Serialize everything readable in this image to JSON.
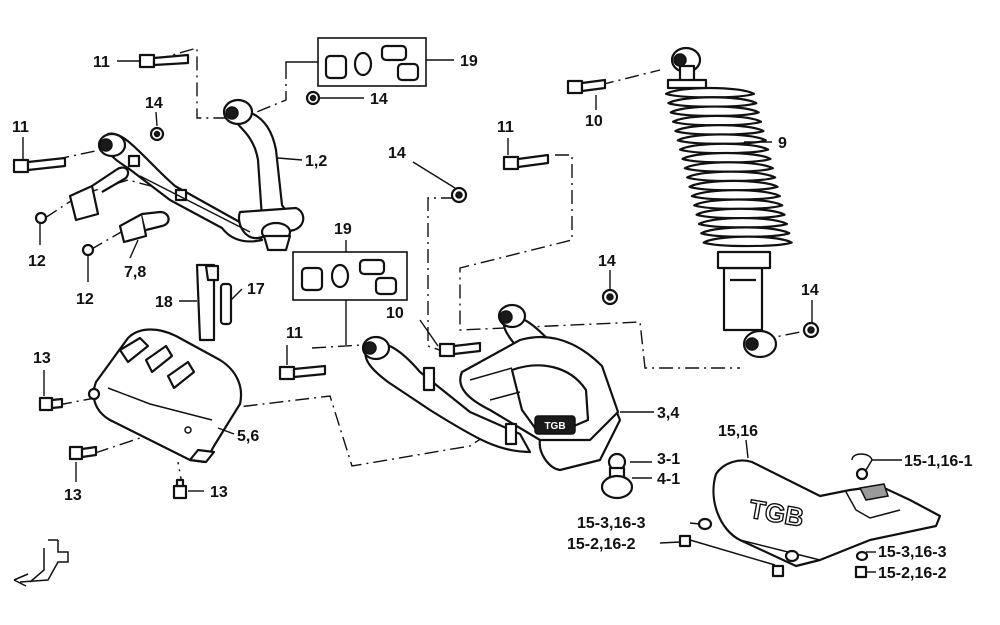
{
  "labels": {
    "l_11a": "11",
    "l_11b": "11",
    "l_11c": "11",
    "l_11d": "11",
    "l_14a": "14",
    "l_14b": "14",
    "l_14c": "14",
    "l_14d": "14",
    "l_14e": "14",
    "l_19a": "19",
    "l_19b": "19",
    "l_12": "1,2",
    "l_12a": "12",
    "l_12b": "12",
    "l_78": "7,8",
    "l_18": "18",
    "l_17": "17",
    "l_10a": "10",
    "l_10b": "10",
    "l_9": "9",
    "l_13a": "13",
    "l_13b": "13",
    "l_13c": "13",
    "l_56": "5,6",
    "l_34": "3,4",
    "l_3_1": "3-1",
    "l_4_1": "4-1",
    "l_1516": "15,16",
    "l_15_1": "15-1,16-1",
    "l_15_3a": "15-3,16-3",
    "l_15_2a": "15-2,16-2",
    "l_15_3b": "15-3,16-3",
    "l_15_2b": "15-2,16-2"
  },
  "logos": {
    "skid_plate_logo": "TGB",
    "arm_guard_logo": "TGB"
  },
  "colors": {
    "ink": "#111111",
    "fill_dark": "#1a1a1a",
    "fill_grey": "#9a9a9a"
  }
}
